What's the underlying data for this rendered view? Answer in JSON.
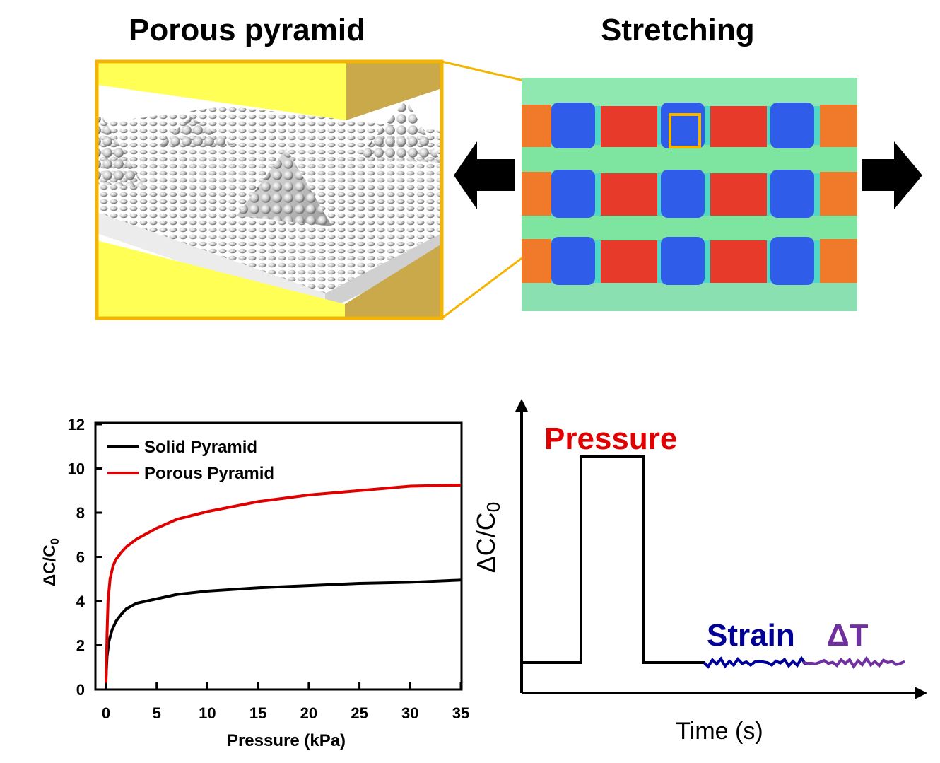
{
  "panels": {
    "porous_title": "Porous pyramid",
    "stretch_title": "Stretching"
  },
  "colors": {
    "gold": "#f5b400",
    "electrode": "#ffff66",
    "solid": "#000000",
    "porous": "#e00000",
    "strain": "#000099",
    "dt": "#7030a0"
  },
  "chart_data": [
    {
      "type": "line",
      "xlabel": "Pressure (kPa)",
      "ylabel": "ΔC/C0",
      "xlim": [
        0,
        35
      ],
      "ylim": [
        0,
        12
      ],
      "xticks": [
        "0",
        "5",
        "10",
        "15",
        "20",
        "25",
        "30",
        "35"
      ],
      "yticks": [
        "0",
        "2",
        "4",
        "6",
        "8",
        "10",
        "12"
      ],
      "legend_position": "top-left",
      "series": [
        {
          "name": "Solid Pyramid",
          "x": [
            0,
            0.1,
            0.3,
            0.6,
            1.0,
            1.5,
            2.0,
            3.0,
            4.0,
            5.0,
            7.0,
            10.0,
            15.0,
            20.0,
            25.0,
            30.0,
            35.0
          ],
          "values": [
            0.5,
            1.5,
            2.2,
            2.7,
            3.1,
            3.4,
            3.65,
            3.9,
            4.0,
            4.1,
            4.3,
            4.45,
            4.6,
            4.7,
            4.8,
            4.85,
            4.95
          ]
        },
        {
          "name": "Porous Pyramid",
          "x": [
            0,
            0.1,
            0.2,
            0.4,
            0.7,
            1.0,
            1.5,
            2.0,
            3.0,
            4.0,
            5.0,
            7.0,
            10.0,
            15.0,
            20.0,
            25.0,
            30.0,
            35.0
          ],
          "values": [
            0.3,
            2.5,
            4.0,
            5.0,
            5.6,
            5.9,
            6.2,
            6.45,
            6.8,
            7.05,
            7.3,
            7.7,
            8.05,
            8.5,
            8.8,
            9.0,
            9.2,
            9.25
          ]
        }
      ]
    },
    {
      "type": "line",
      "xlabel": "Time (s)",
      "ylabel": "ΔC/C0",
      "annotations": [
        "Pressure",
        "Strain",
        "ΔT"
      ],
      "pulse": {
        "baseline": 0.15,
        "peak": 0.8,
        "start": 0.15,
        "end": 0.3
      },
      "tail_segments": [
        "Strain",
        "ΔT"
      ]
    }
  ]
}
